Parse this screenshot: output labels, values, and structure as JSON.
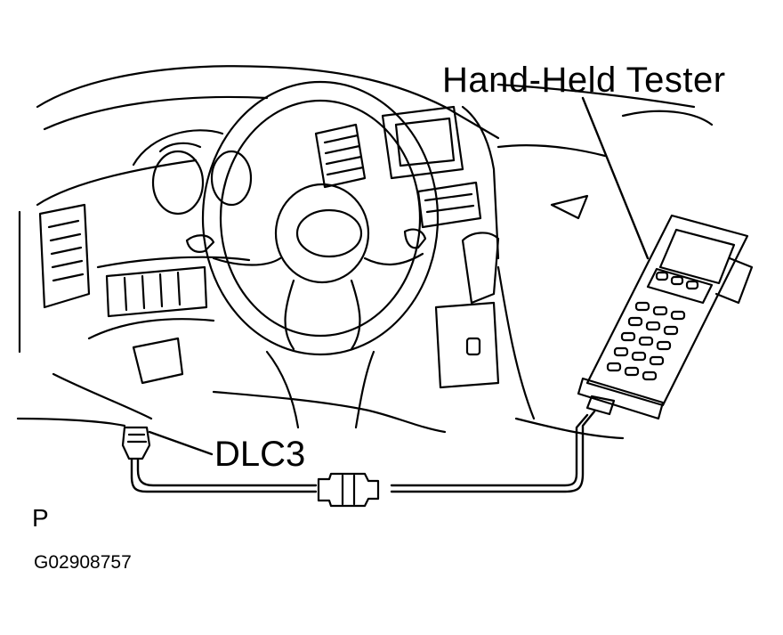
{
  "labels": {
    "tester": "Hand-Held Tester",
    "connector": "DLC3",
    "view_marker": "P",
    "figure_code": "G02908757"
  },
  "colors": {
    "ink": "#000000",
    "paper": "#ffffff"
  }
}
